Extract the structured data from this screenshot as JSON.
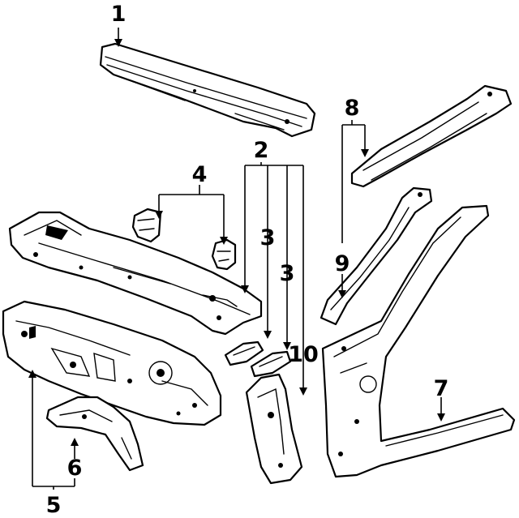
{
  "callouts": {
    "c1": "1",
    "c2": "2",
    "c3a": "3",
    "c3b": "3",
    "c4": "4",
    "c5": "5",
    "c6": "6",
    "c7": "7",
    "c8": "8",
    "c9": "9",
    "c10": "10"
  },
  "colors": {
    "line": "#000000",
    "background": "#ffffff"
  }
}
